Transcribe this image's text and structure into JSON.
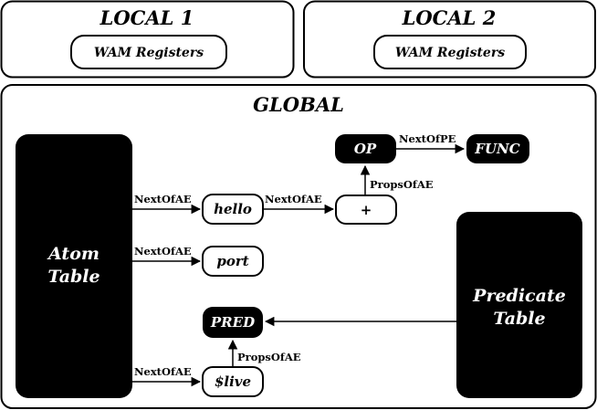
{
  "local1": {
    "title": "LOCAL 1",
    "registers": "WAM Registers"
  },
  "local2": {
    "title": "LOCAL 2",
    "registers": "WAM Registers"
  },
  "global": {
    "title": "GLOBAL"
  },
  "atom_table": {
    "line1": "Atom",
    "line2": "Table"
  },
  "predicate_table": {
    "line1": "Predicate",
    "line2": "Table"
  },
  "nodes": {
    "hello": "hello",
    "port": "port",
    "live": "$live",
    "plus": "+",
    "op": "OP",
    "func": "FUNC",
    "pred": "PRED"
  },
  "edges": {
    "atom_hello": "NextOfAE",
    "atom_port": "NextOfAE",
    "atom_live": "NextOfAE",
    "hello_plus": "NextOfAE",
    "plus_op": "PropsOfAE",
    "op_func": "NextOfPE",
    "live_pred": "PropsOfAE"
  },
  "colors": {
    "fill_dark": "#000000",
    "fill_light": "#ffffff",
    "stroke": "#000000",
    "text_light": "#ffffff"
  }
}
